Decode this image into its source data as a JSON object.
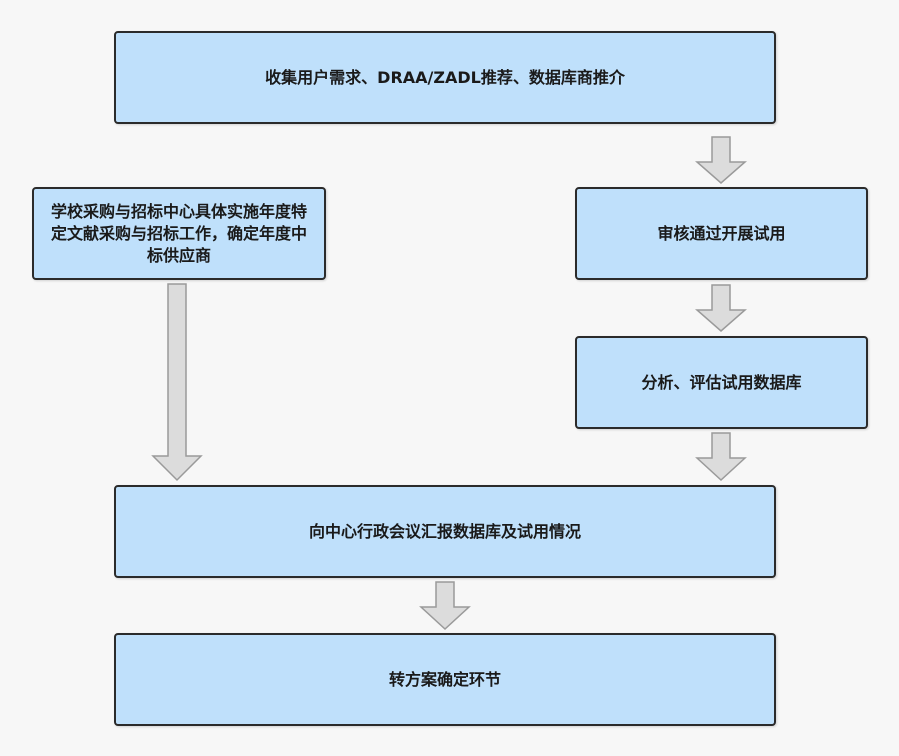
{
  "flowchart": {
    "nodes": {
      "collect": "收集用户需求、DRAA/ZADL推荐、数据库商推介",
      "school": "学校采购与招标中心具体实施年度特定文献采购与招标工作，确定年度中标供应商",
      "review": "审核通过开展试用",
      "analyze": "分析、评估试用数据库",
      "report": "向中心行政会议汇报数据库及试用情况",
      "transfer": "转方案确定环节"
    },
    "colors": {
      "box_fill": "#bfe0fb",
      "box_border": "#2b2b2b",
      "arrow_fill": "#dcdcdc",
      "arrow_stroke": "#9a9a9a",
      "background": "#f7f7f7"
    }
  }
}
